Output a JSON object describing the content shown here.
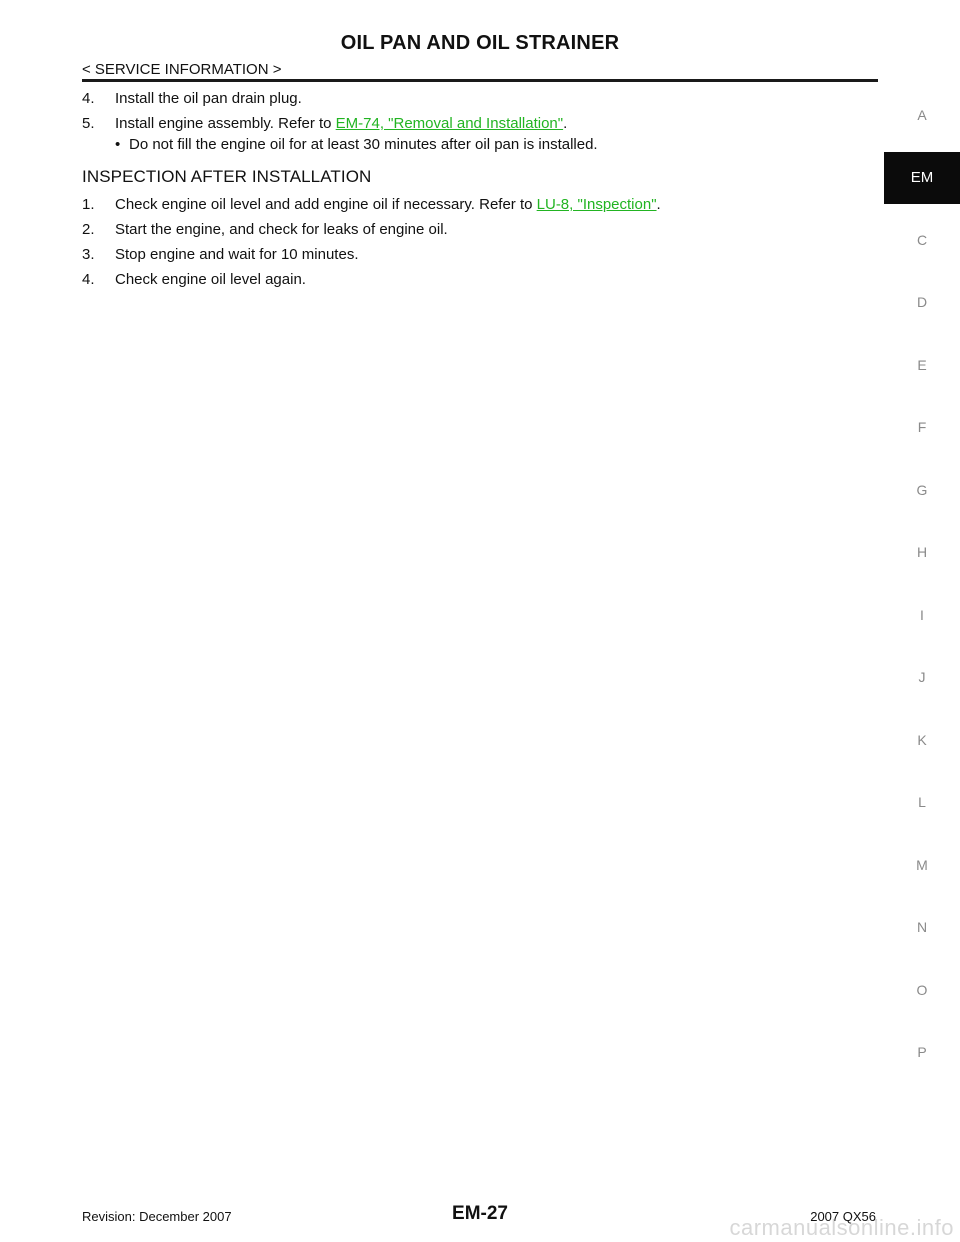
{
  "header": {
    "title": "OIL PAN AND OIL STRAINER",
    "section": "< SERVICE INFORMATION >"
  },
  "body": {
    "steps_a": [
      {
        "num": "4.",
        "text": "Install the oil pan drain plug."
      },
      {
        "num": "5.",
        "text": "Install engine assembly. Refer to ",
        "link": "EM-74, \"Removal and Installation\"",
        "after": "."
      }
    ],
    "bullet": {
      "dot": "•",
      "text": "Do not fill the engine oil for at least 30 minutes after oil pan is installed."
    },
    "subheading": "INSPECTION AFTER INSTALLATION",
    "steps_b": [
      {
        "num": "1.",
        "text": "Check engine oil level and add engine oil if necessary. Refer to ",
        "link": "LU-8, \"Inspection\"",
        "after": "."
      },
      {
        "num": "2.",
        "text": "Start the engine, and check for leaks of engine oil."
      },
      {
        "num": "3.",
        "text": "Stop engine and wait for 10 minutes."
      },
      {
        "num": "4.",
        "text": "Check engine oil level again."
      }
    ]
  },
  "side_index": [
    "A",
    "EM",
    "C",
    "D",
    "E",
    "F",
    "G",
    "H",
    "I",
    "J",
    "K",
    "L",
    "M",
    "N",
    "O",
    "P"
  ],
  "footer": {
    "revision": "Revision: December 2007",
    "page": "EM-27",
    "model": "2007 QX56",
    "watermark": "carmanualsonline.info"
  },
  "colors": {
    "link": "#22b422",
    "active_tab_bg": "#0b0b0b"
  }
}
